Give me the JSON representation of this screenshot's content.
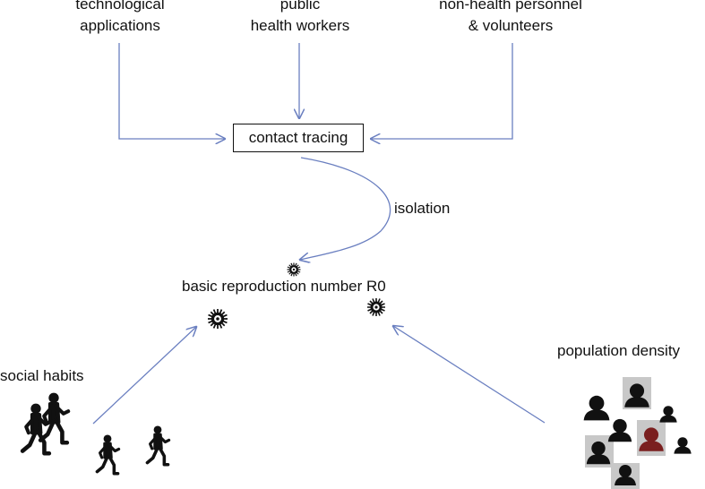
{
  "nodes": {
    "technological_applications": [
      "technological",
      "applications"
    ],
    "public_health_workers": [
      "public",
      "health workers"
    ],
    "non_health_personnel": [
      "non-health personnel",
      "& volunteers"
    ],
    "contact_tracing": "contact tracing",
    "isolation": "isolation",
    "basic_reproduction_number": "basic reproduction number R0",
    "social_habits": "social habits",
    "population_density": "population density"
  },
  "colors": {
    "arrow": "#6a7fc0",
    "text": "#111111",
    "silhouette": "#111111",
    "tile_gray": "#c8c8c8",
    "highlight_person": "#7a1f1f"
  },
  "icons": [
    "virus-icon",
    "running-person-icon",
    "person-head-icon"
  ]
}
